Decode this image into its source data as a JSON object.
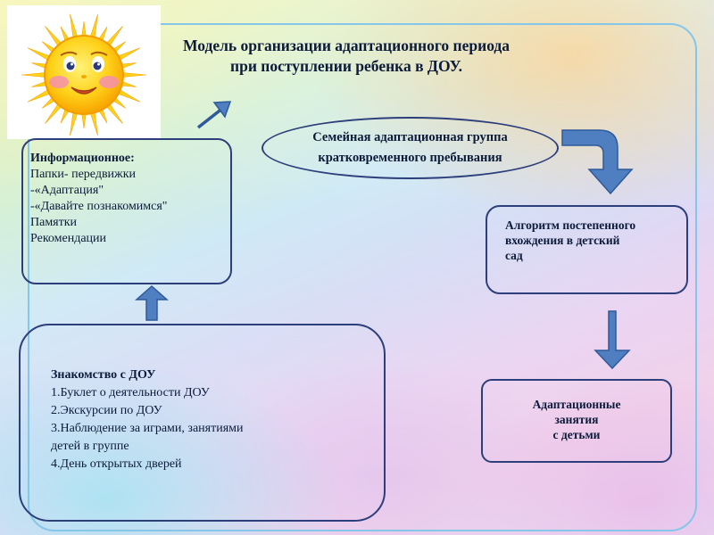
{
  "title": {
    "line1": "Модель организации адаптационного периода",
    "line2": "при поступлении ребенка в ДОУ."
  },
  "info_box": {
    "heading": "Информационное:",
    "items": [
      "Папки- передвижки",
      "-«Адаптация\"",
      "-«Давайте познакомимся\"",
      "Памятки",
      "Рекомендации"
    ]
  },
  "family_group": {
    "line1": "Семейная адаптационная группа",
    "line2": "кратковременного пребывания"
  },
  "algorithm_box": {
    "line1": "Алгоритм постепенного",
    "line2": "вхождения в детский",
    "line3": "сад"
  },
  "acquaintance_box": {
    "heading": "Знакомство с ДОУ",
    "items": [
      "1.Буклет о деятельности ДОУ",
      "2.Экскурсии по ДОУ",
      "3.Наблюдение за играми, занятиями",
      "детей в группе",
      "4.День открытых дверей"
    ]
  },
  "classes_box": {
    "line1": "Адаптационные",
    "line2": "занятия",
    "line3": "с детьми"
  },
  "colors": {
    "box_border": "#2d3f7a",
    "frame_border": "#86c6e8",
    "arrow_fill": "#4f7fc0",
    "arrow_stroke": "#2f5a9a",
    "sun_yellow": "#ffd21a",
    "sun_cheek": "#f58fb0"
  },
  "icons": {
    "sun": "smiling-sun-icon",
    "arrows": [
      "arrow-up-right-icon",
      "curved-arrow-down-icon",
      "arrow-down-icon",
      "arrow-up-icon"
    ]
  }
}
